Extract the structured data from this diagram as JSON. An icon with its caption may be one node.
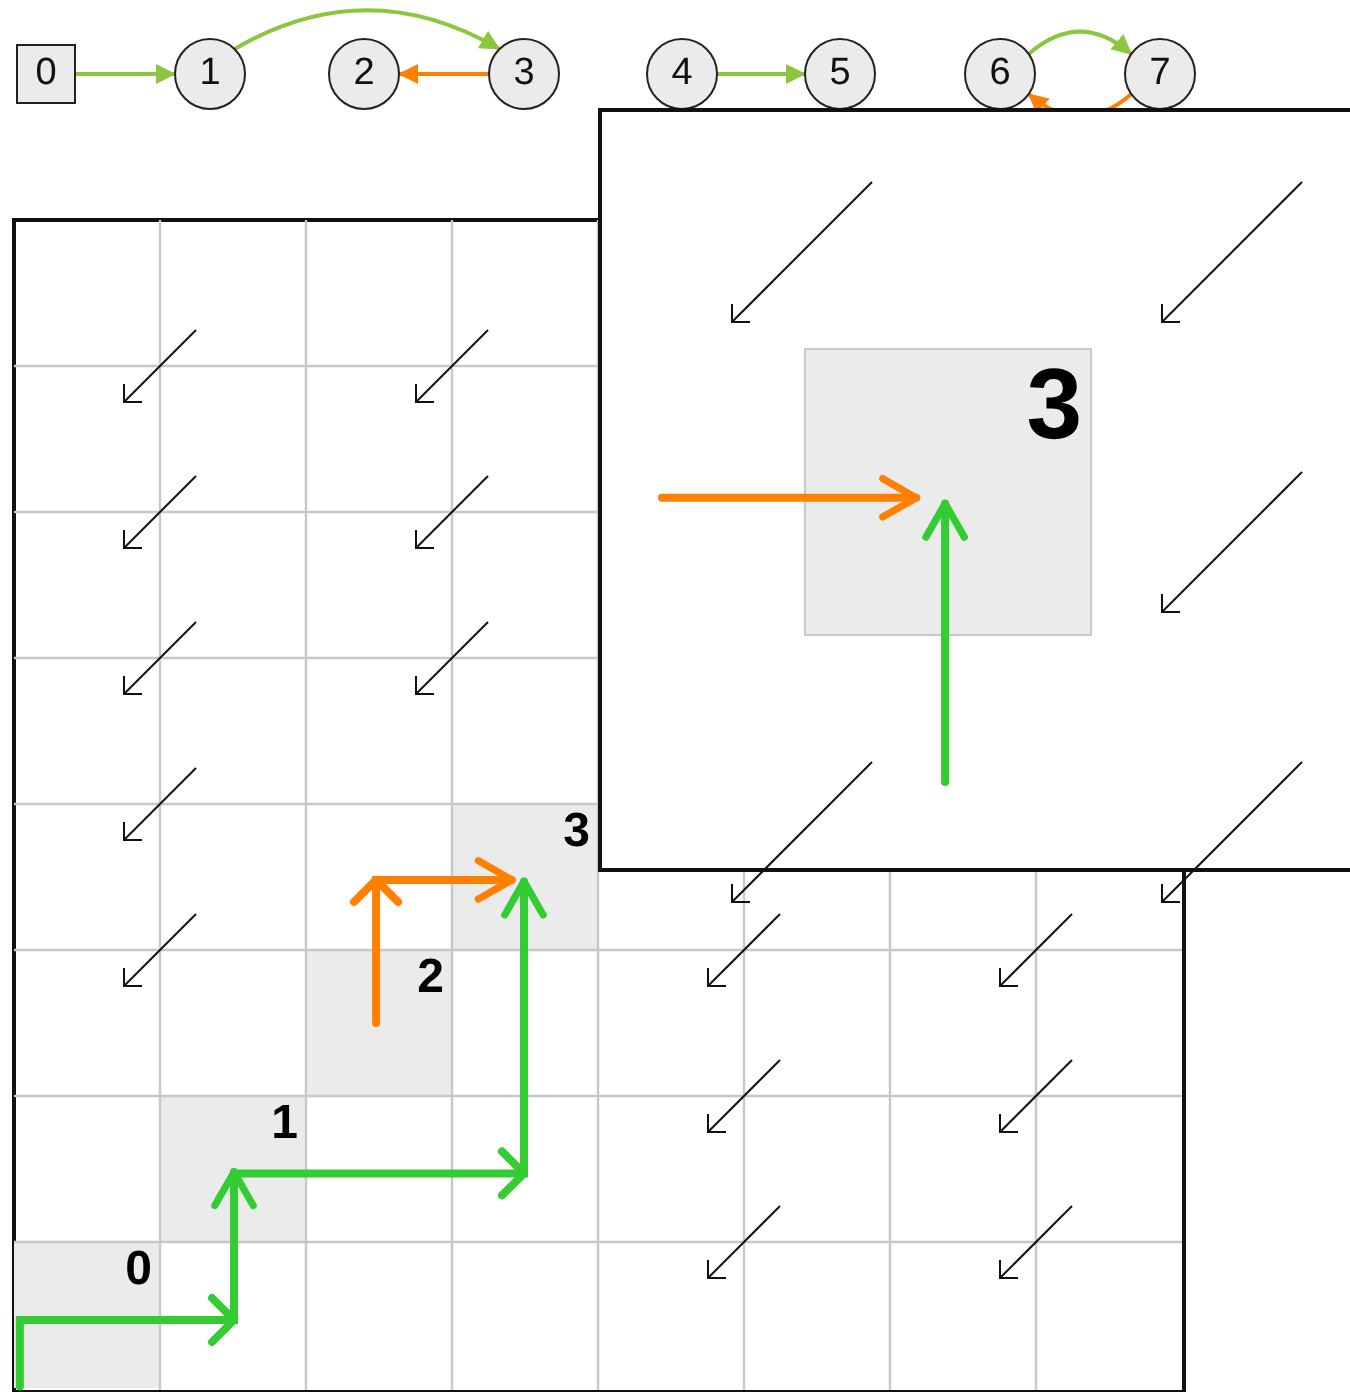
{
  "diagram": {
    "nodes": [
      {
        "text": [
          "0"
        ]
      },
      {
        "text": [
          "1"
        ]
      },
      {
        "text": [
          "2"
        ]
      },
      {
        "text": [
          "3"
        ]
      },
      {
        "text": [
          "4"
        ]
      },
      {
        "text": [
          "5"
        ]
      },
      {
        "text": [
          "6"
        ]
      },
      {
        "text": [
          "7"
        ]
      },
      {
        "text": [
          "0"
        ]
      },
      {
        "text": [
          "1"
        ]
      },
      {
        "text": [
          "2"
        ]
      },
      {
        "text": [
          "3"
        ]
      },
      {
        "text": [
          "3"
        ]
      }
    ],
    "edges": [
      {
        "from": 0,
        "to": 1,
        "arrow": "to",
        "color": "#8cc63f"
      },
      {
        "from": 1,
        "to": 3,
        "arrow": "to",
        "color": "#8cc63f"
      },
      {
        "from": 3,
        "to": 2,
        "arrow": "to",
        "color": "#ff8000"
      },
      {
        "from": 4,
        "to": 5,
        "arrow": "to",
        "color": "#8cc63f"
      },
      {
        "from": 6,
        "to": 7,
        "arrow": "to",
        "color": "#8cc63f"
      },
      {
        "from": 7,
        "to": 6,
        "arrow": "to",
        "color": "#ff8000"
      },
      {
        "from": 8,
        "to": 9,
        "arrow": "to",
        "style": "thick",
        "color": "#33cc33"
      },
      {
        "from": 9,
        "to": 11,
        "arrow": "to",
        "style": "thick",
        "color": "#33cc33"
      },
      {
        "from": 10,
        "to": 11,
        "arrow": "to",
        "style": "thick",
        "color": "#ff8000"
      },
      {
        "from": null,
        "to": 12,
        "arrow": "to",
        "style": "thick",
        "color": "#ff8000"
      },
      {
        "from": null,
        "to": 12,
        "arrow": "to",
        "style": "thick",
        "color": "#33cc33"
      }
    ]
  }
}
